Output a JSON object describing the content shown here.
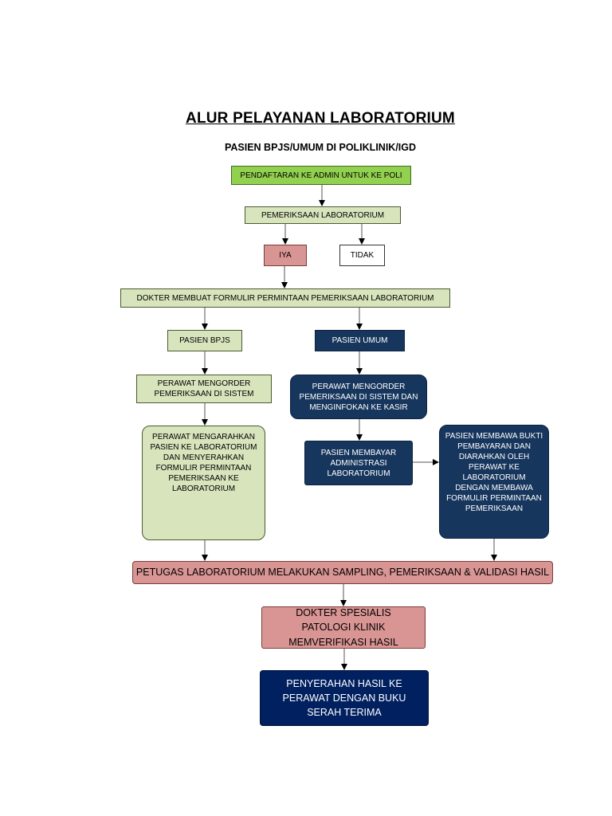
{
  "title": "ALUR PELAYANAN LABORATORIUM",
  "subtitle": "PASIEN BPJS/UMUM DI POLIKLINIK/IGD",
  "nodes": {
    "pendaftaran": "PENDAFTARAN KE ADMIN UNTUK KE POLI",
    "pemeriksaan": "PEMERIKSAAN LABORATORIUM",
    "iya": "IYA",
    "tidak": "TIDAK",
    "dokter_formulir": "DOKTER MEMBUAT FORMULIR PERMINTAAN PEMERIKSAAN LABORATORIUM",
    "pasien_bpjs": "PASIEN BPJS",
    "pasien_umum": "PASIEN UMUM",
    "perawat_order_bpjs": "PERAWAT MENGORDER PEMERIKSAAN DI SISTEM",
    "perawat_order_umum": "PERAWAT MENGORDER PEMERIKSAAN DI SISTEM DAN MENGINFOKAN KE KASIR",
    "perawat_arahkan": "PERAWAT MENGARAHKAN PASIEN KE LABORATORIUM DAN MENYERAHKAN FORMULIR PERMINTAAN PEMERIKSAAN KE LABORATORIUM",
    "pasien_bayar": "PASIEN MEMBAYAR ADMINISTRASI LABORATORIUM",
    "pasien_bukti": "PASIEN MEMBAWA BUKTI PEMBAYARAN DAN DIARAHKAN OLEH PERAWAT KE LABORATORIUM DENGAN MEMBAWA FORMULIR PERMINTAAN PEMERIKSAAN",
    "petugas_lab": "PETUGAS LABORATORIUM MELAKUKAN SAMPLING, PEMERIKSAAN & VALIDASI HASIL",
    "dokter_spesialis": "DOKTER SPESIALIS PATOLOGI KLINIK MEMVERIFIKASI HASIL",
    "penyerahan": "PENYERAHAN HASIL KE PERAWAT DENGAN BUKU SERAH TERIMA"
  },
  "colors": {
    "green": "#92d050",
    "light_green": "#d8e4bc",
    "pink": "#d99594",
    "navy": "#17365d",
    "dark_navy": "#002060"
  }
}
